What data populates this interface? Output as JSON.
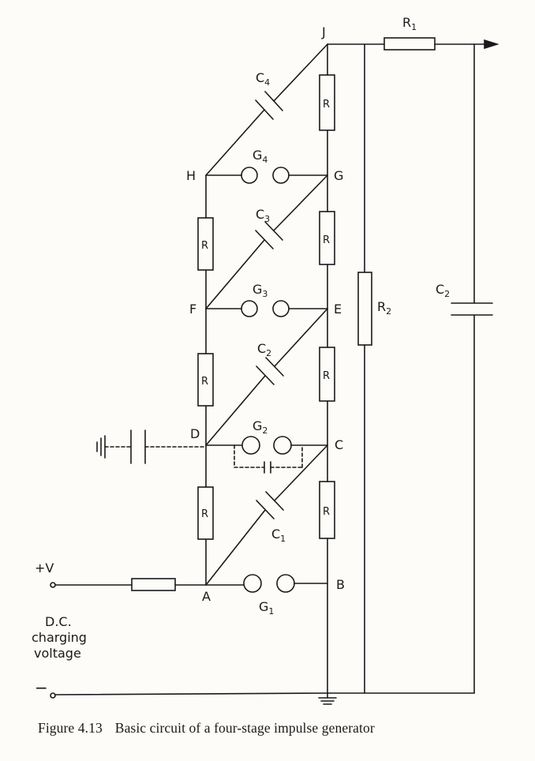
{
  "nodes": {
    "J": "J",
    "H": "H",
    "G": "G",
    "F": "F",
    "E": "E",
    "D": "D",
    "C": "C",
    "A": "A",
    "B": "B"
  },
  "components": {
    "R1": {
      "base": "R",
      "sub": "1"
    },
    "R2": {
      "base": "R",
      "sub": "2"
    },
    "C1": {
      "base": "C",
      "sub": "1"
    },
    "C2": {
      "base": "C",
      "sub": "2"
    },
    "C3": {
      "base": "C",
      "sub": "3"
    },
    "C4": {
      "base": "C",
      "sub": "4"
    },
    "Cload": {
      "base": "C",
      "sub": "2"
    },
    "G1": {
      "base": "G",
      "sub": "1"
    },
    "G2": {
      "base": "G",
      "sub": "2"
    },
    "G3": {
      "base": "G",
      "sub": "3"
    },
    "G4": {
      "base": "G",
      "sub": "4"
    },
    "stage_resistor": "R"
  },
  "supply": {
    "positive": "+V",
    "negative": "−",
    "label_lines": [
      "D.C.",
      "charging",
      "voltage"
    ]
  },
  "caption": {
    "number": "Figure 4.13",
    "text": "Basic circuit of a four-stage impulse generator"
  },
  "colors": {
    "ink": "#1a1a1a",
    "paper": "#fdfcf8"
  }
}
